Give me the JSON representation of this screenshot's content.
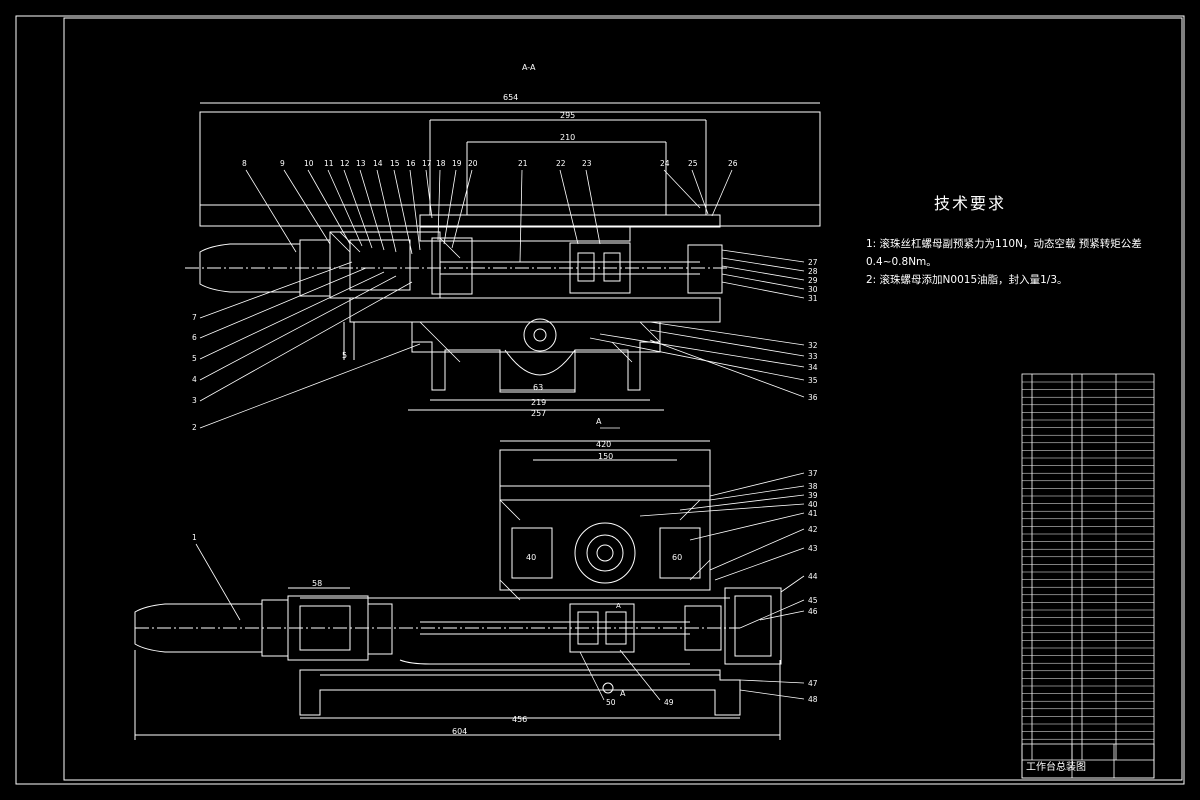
{
  "section_label": "A-A",
  "dimensions_top": [
    "654",
    "295",
    "210",
    "63",
    "219",
    "257",
    "5"
  ],
  "dimensions_bottom": [
    "420",
    "150",
    "58",
    "456",
    "604",
    "40",
    "60"
  ],
  "part_numbers_top_row": [
    "8",
    "9",
    "10",
    "11",
    "12",
    "13",
    "14",
    "15",
    "16",
    "17",
    "18",
    "19",
    "20",
    "21",
    "22",
    "23",
    "24",
    "25",
    "26"
  ],
  "part_numbers_left": [
    "7",
    "6",
    "5",
    "4",
    "3",
    "2"
  ],
  "part_numbers_right_top": [
    "27",
    "28",
    "29",
    "30",
    "31",
    "32",
    "33",
    "34",
    "35",
    "36"
  ],
  "part_numbers_right_bottom": [
    "37",
    "38",
    "39",
    "40",
    "41",
    "42",
    "43",
    "44",
    "45",
    "46",
    "47",
    "48"
  ],
  "part_numbers_misc": [
    "1",
    "49",
    "50"
  ],
  "section_marks": [
    "A",
    "A",
    "A"
  ],
  "technical_requirements": {
    "title": "技术要求",
    "items": [
      "1:  滚珠丝杠螺母副预紧力为110N，动态空载  预紧转矩公差",
      "0.4~0.8Nm。",
      "2:  滚珠螺母添加N0015油脂，封入量1/3。"
    ]
  },
  "title_block": {
    "drawing_title": "工作台总装图"
  },
  "colors": {
    "background": "#000000",
    "lines": "#ffffff",
    "accent_dim": "#dddddd"
  }
}
